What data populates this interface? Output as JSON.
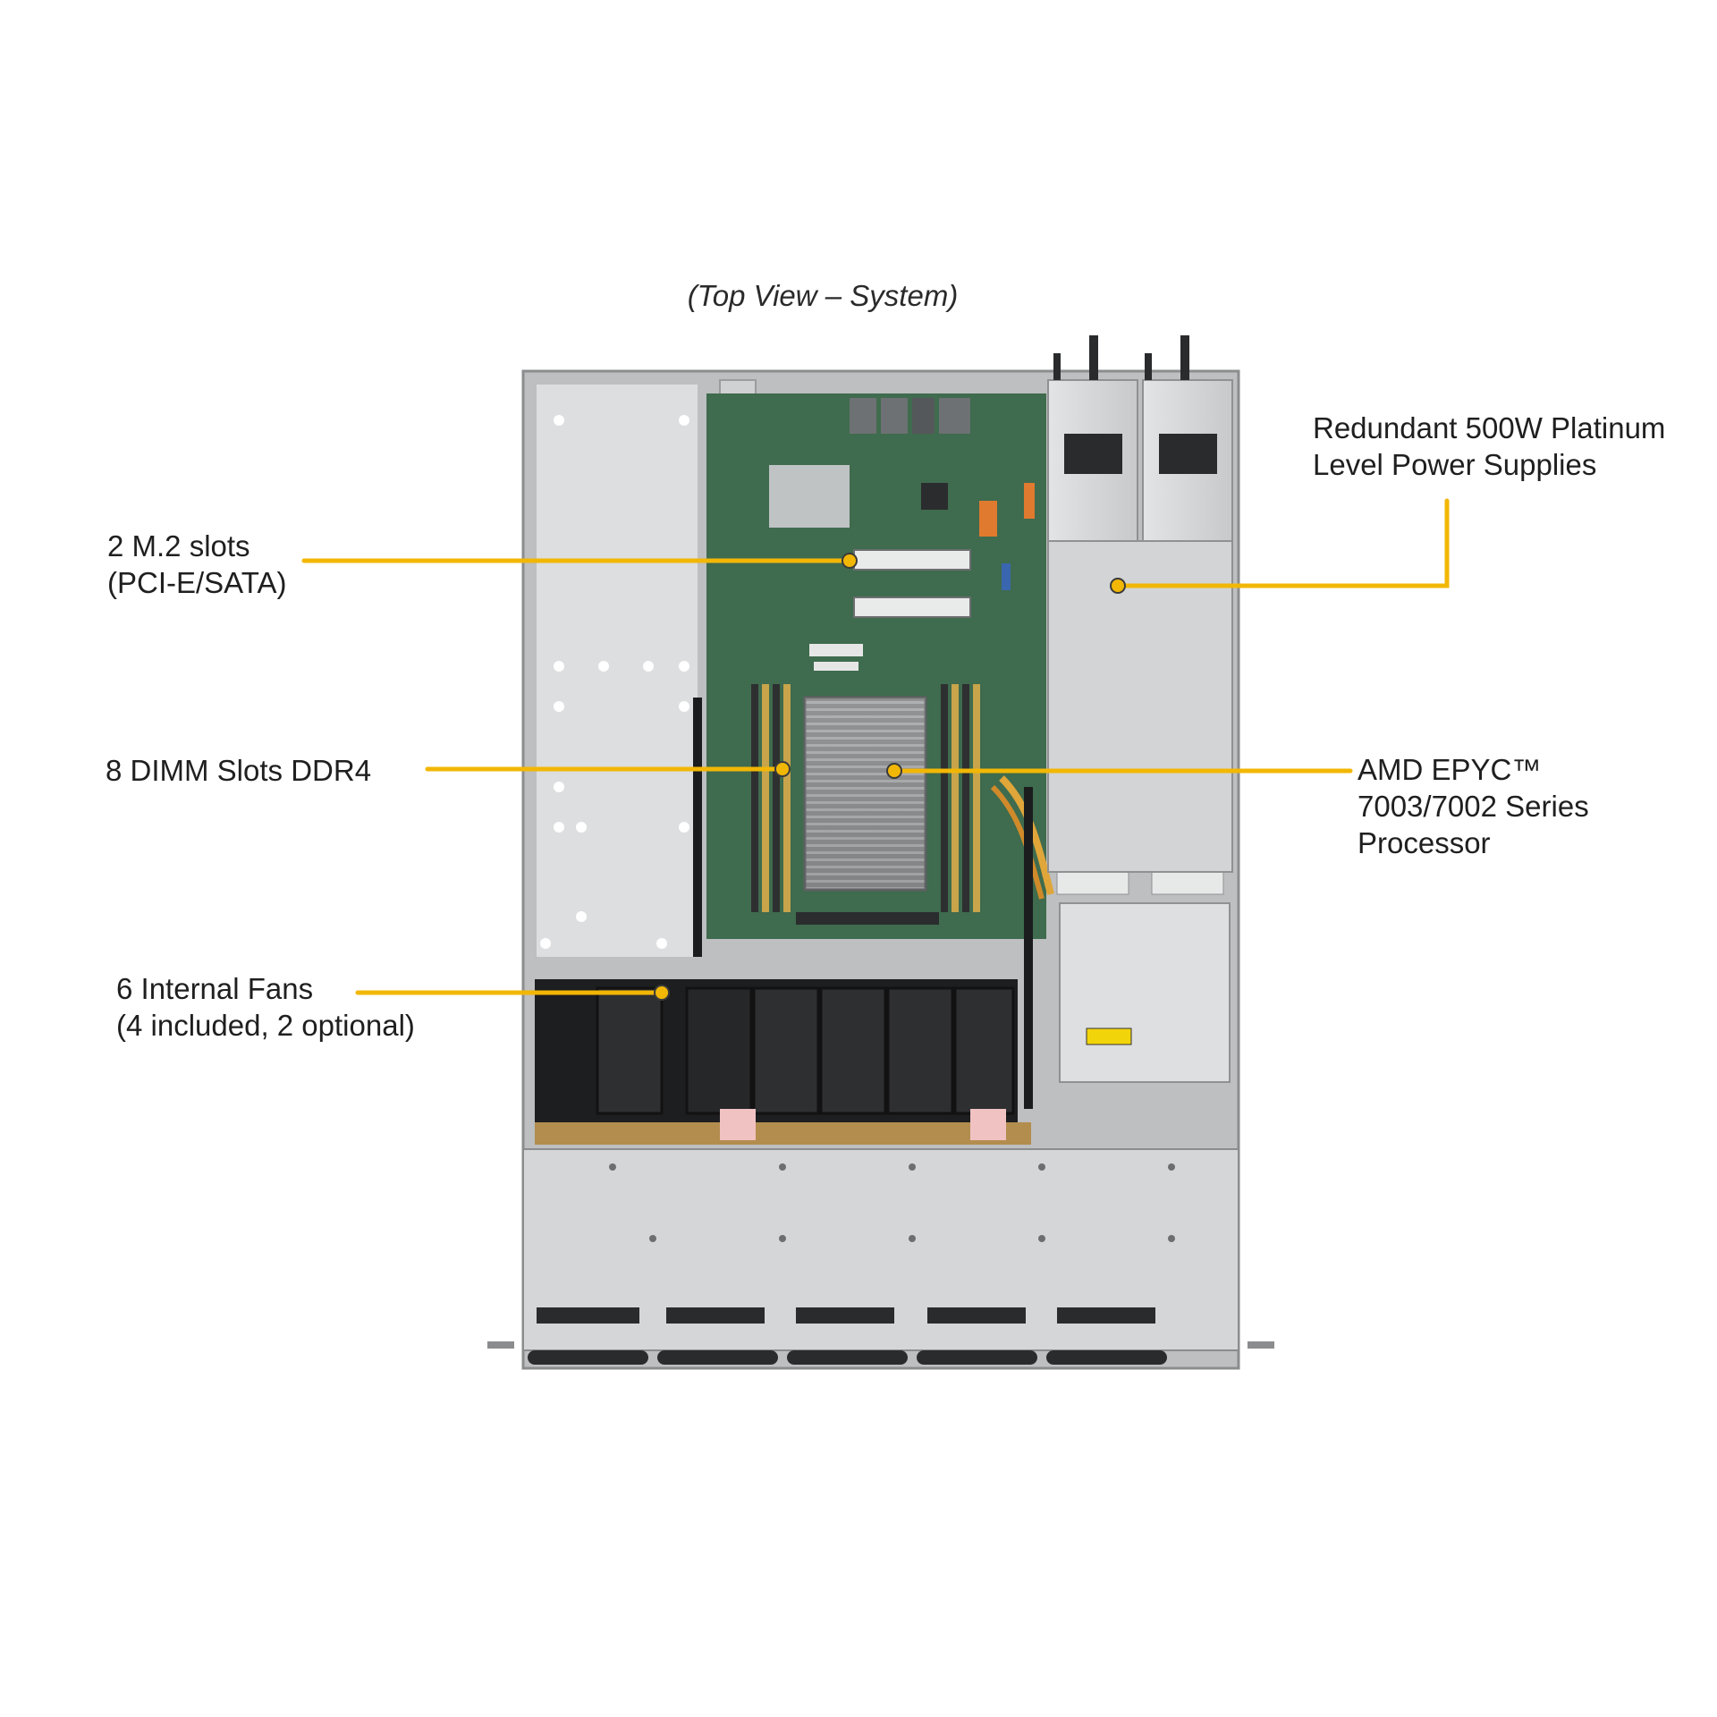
{
  "caption": "(Top View – System)",
  "callouts": [
    {
      "id": "m2",
      "lines": [
        "2 M.2 slots",
        "(PCI-E/SATA)"
      ]
    },
    {
      "id": "dimm",
      "lines": [
        "8 DIMM  Slots DDR4"
      ]
    },
    {
      "id": "fans",
      "lines": [
        "6 Internal  Fans",
        "(4 included, 2 optional)"
      ]
    },
    {
      "id": "psu",
      "lines": [
        "Redundant  500W Platinum",
        "Level Power Supplies"
      ]
    },
    {
      "id": "cpu",
      "lines": [
        "AMD EPYC™",
        "7003/7002 Series",
        "Processor"
      ]
    }
  ],
  "colors": {
    "leader": "#f2b705",
    "chassis": "#c9cbcc",
    "board": "#3f6b4e",
    "psu": "#d7d8d9"
  }
}
